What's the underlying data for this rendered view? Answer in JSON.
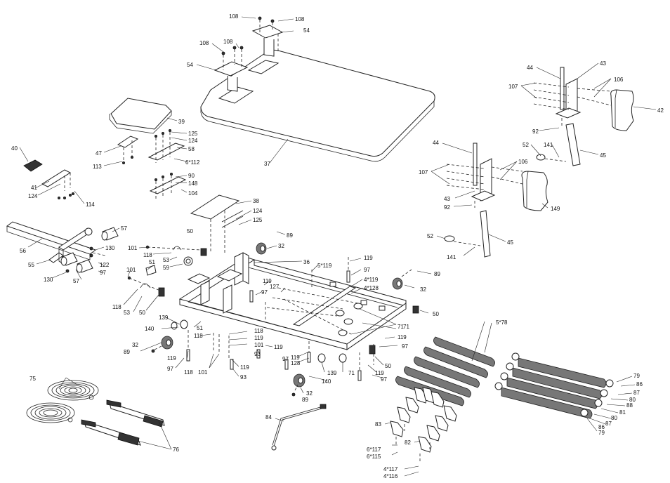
{
  "labels": {
    "bench_top": "37",
    "seat_pad": "39",
    "roller_pad_right_top": "42",
    "roller_pad_right_bottom": "149",
    "frame": "36",
    "t_post_43_top": "43",
    "t_post_43_bottom": "43",
    "handle_tube": "56",
    "foot_bar": "55",
    "roller_57_top": "57",
    "roller_57_bottom": "57",
    "bar_45_top": "45",
    "bar_45_bottom": "45",
    "bracket_38": "38",
    "spring_cables": "75",
    "straps": "76",
    "tubes": "5*78",
    "springs_list_79a": "79",
    "springs_list_79b": "79",
    "crank": "84",
    "hooks_82": "82",
    "hooks_83": "83",
    "l108a": "108",
    "l108b": "108",
    "l108c": "108",
    "l108d": "108",
    "l54a": "54",
    "l54b": "54",
    "l44a": "44",
    "l44b": "44",
    "l107a": "107",
    "l107b": "107",
    "l106a": "106",
    "l106b": "106",
    "l92a": "92",
    "l92b": "92",
    "l52a": "52",
    "l52b": "52",
    "l141a": "141",
    "l141b": "141",
    "l47": "47",
    "l113": "113",
    "l40": "40",
    "l41": "41",
    "l124a": "124",
    "l114": "114",
    "l125a": "125",
    "l124b": "124",
    "l58": "58",
    "l6x112": "6*112",
    "l90": "90",
    "l148": "148",
    "l104": "104",
    "l124c": "124",
    "l125b": "125",
    "l50a": "50",
    "l89a": "89",
    "l32a": "32",
    "l101a": "101",
    "l118a": "118",
    "l53a": "53",
    "l59": "59",
    "l130a": "130",
    "l122": "122",
    "l97a": "97",
    "l130b": "130",
    "l101b": "101",
    "l118b": "118",
    "l53b": "53",
    "l50b": "50",
    "l51a": "51",
    "l5x119": "5*119",
    "l119a": "119",
    "l97b": "97",
    "l127": "127",
    "l119b": "119",
    "l97c": "97",
    "l4x119": "4*119",
    "l4x128": "4*128",
    "l32b": "32",
    "l89b": "89",
    "l50c": "50",
    "l71a": "71",
    "l71b": "71",
    "l139a": "139",
    "l140a": "140",
    "l51b": "51",
    "l118c": "118",
    "l118d": "118",
    "l119c": "119",
    "l101c": "101",
    "l32c": "32",
    "l89c": "89",
    "l119d": "119",
    "l97d": "97",
    "l118e": "118",
    "l101d": "101",
    "l93a": "93",
    "l93b": "93",
    "l119e": "119",
    "l119f": "119",
    "l97e": "97",
    "l128": "128",
    "l139b": "139",
    "l71c": "71",
    "l140b": "140",
    "l119g": "119",
    "l50d": "50",
    "l97f": "97",
    "l97g": "97",
    "l32d": "32",
    "l89d": "89",
    "l119h": "119",
    "l97h": "97",
    "l86a": "86",
    "l87a": "87",
    "l80a": "80",
    "l88": "88",
    "l81": "81",
    "l80b": "80",
    "l87b": "87",
    "l86b": "86",
    "l6x117": "6*117",
    "l6x115": "6*115",
    "l4x117": "4*117",
    "l4x116": "4*116"
  },
  "colors": {
    "line": "#222222",
    "background": "#ffffff",
    "dark_part": "#333333"
  }
}
